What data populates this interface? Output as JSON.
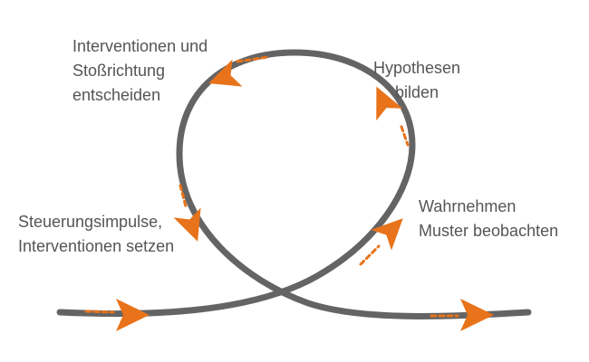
{
  "diagram": {
    "colors": {
      "path": "#646464",
      "arrow": "#e8731a",
      "text": "#555555"
    },
    "labels": {
      "decide": [
        "Interventionen und",
        "Stoßrichtung",
        "entscheiden"
      ],
      "hypothesize": [
        "Hypothesen",
        "bilden"
      ],
      "perceive": [
        "Wahrnehmen",
        "Muster beobachten"
      ],
      "steer": [
        "Steuerungsimpulse,",
        "Interventionen setzen"
      ]
    }
  }
}
